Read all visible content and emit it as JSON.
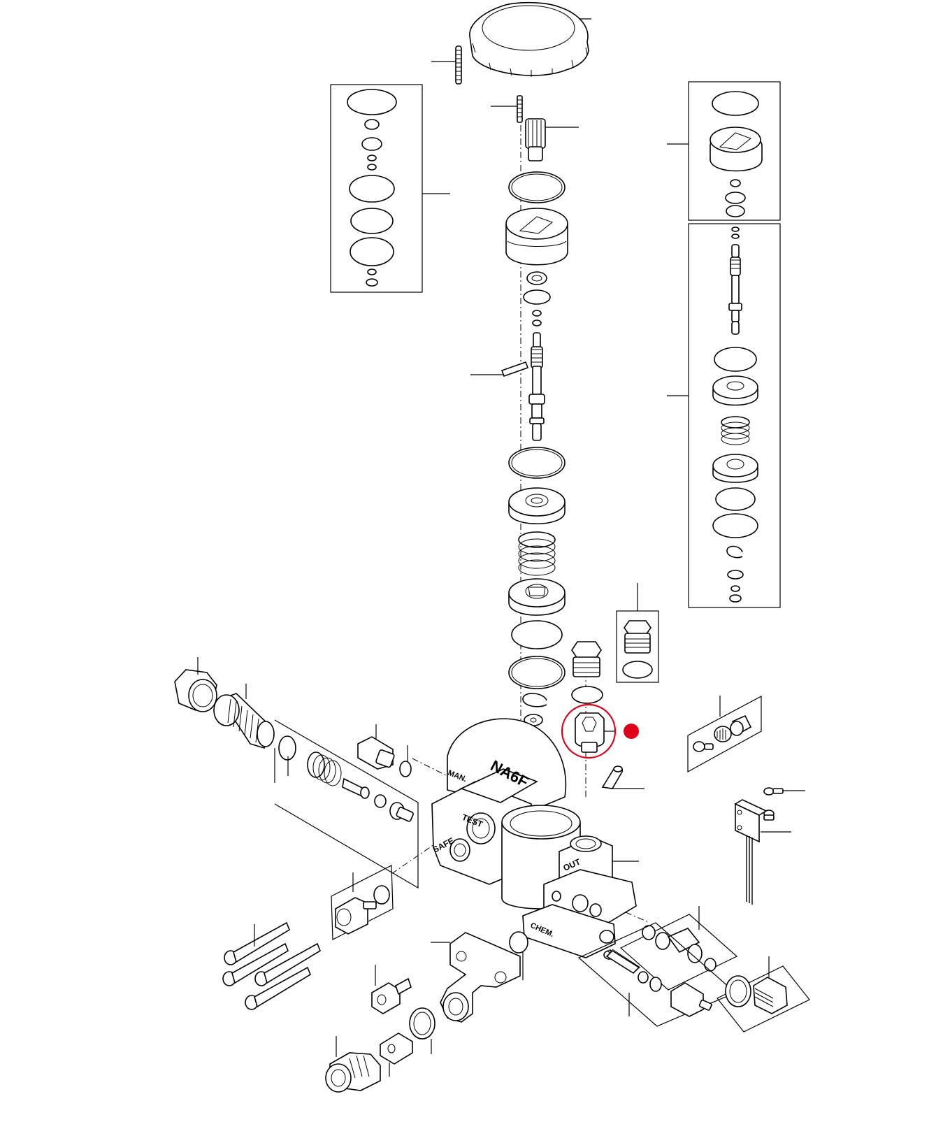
{
  "diagram": {
    "labels": {
      "nag": "NA6F",
      "man": "MAN.",
      "test": "TEST",
      "safe": "SAFE",
      "out": "OUT",
      "chem": "CHEM."
    },
    "highlight": {
      "color": "#e0001a",
      "marker_color": "#e0001a"
    }
  }
}
